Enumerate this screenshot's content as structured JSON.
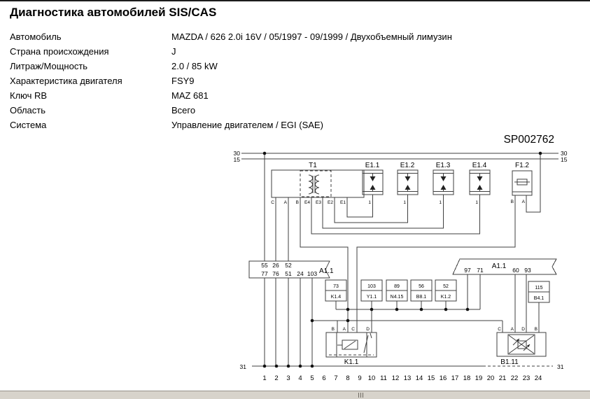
{
  "header": {
    "title": "Диагностика автомобилей SIS/CAS"
  },
  "info": {
    "rows": [
      {
        "label": "Автомобиль",
        "value": "MAZDA / 626 2.0i 16V / 05/1997 - 09/1999 / Двухобъемный лимузин"
      },
      {
        "label": "Страна происхождения",
        "value": "J"
      },
      {
        "label": "Литраж/Мощность",
        "value": "2.0 / 85 kW"
      },
      {
        "label": "Характеристика двигателя",
        "value": "FSY9"
      },
      {
        "label": "Ключ RB",
        "value": "MAZ 681"
      },
      {
        "label": "Область",
        "value": "Всего"
      },
      {
        "label": "Система",
        "value": "Управление двигателем / EGI (SAE)"
      }
    ]
  },
  "diagram": {
    "code": "SP002762",
    "rails": {
      "r30": "30",
      "r15": "15",
      "r31": "31"
    },
    "t1": {
      "label": "T1",
      "pins": [
        "C",
        "A",
        "B",
        "E4",
        "E3",
        "E2",
        "E1"
      ]
    },
    "plugs": [
      {
        "label": "E1.1",
        "pin": "1"
      },
      {
        "label": "E1.2",
        "pin": "1"
      },
      {
        "label": "E1.3",
        "pin": "1"
      },
      {
        "label": "E1.4",
        "pin": "1"
      }
    ],
    "fuse": {
      "label": "F1.2",
      "pins": [
        "B",
        "A"
      ]
    },
    "ecu_left": {
      "label": "A1.1",
      "top_pins": [
        "55",
        "26",
        "52"
      ],
      "bottom_pins": [
        "77",
        "76",
        "51",
        "24",
        "103"
      ]
    },
    "ecu_right": {
      "label": "A1.1",
      "pins": [
        "97",
        "71",
        "60",
        "93"
      ]
    },
    "relay": {
      "label": "K1.1",
      "pins": [
        "B",
        "A",
        "C",
        "D"
      ]
    },
    "sensor": {
      "label": "B1.11",
      "pins": [
        "C",
        "A",
        "D",
        "B"
      ]
    },
    "refs": [
      {
        "pin": "73",
        "comp": "K1.4"
      },
      {
        "pin": "103",
        "comp": "Y1.1"
      },
      {
        "pin": "89",
        "comp": "N4.15"
      },
      {
        "pin": "56",
        "comp": "B8.1"
      },
      {
        "pin": "52",
        "comp": "K1.2"
      },
      {
        "pin": "115",
        "comp": "B4.1"
      }
    ],
    "bottom_pins": [
      "1",
      "2",
      "3",
      "4",
      "5",
      "6",
      "7",
      "8",
      "9",
      "10",
      "11",
      "12",
      "13",
      "14",
      "15",
      "16",
      "17",
      "18",
      "19",
      "20",
      "21",
      "22",
      "23",
      "24"
    ]
  }
}
